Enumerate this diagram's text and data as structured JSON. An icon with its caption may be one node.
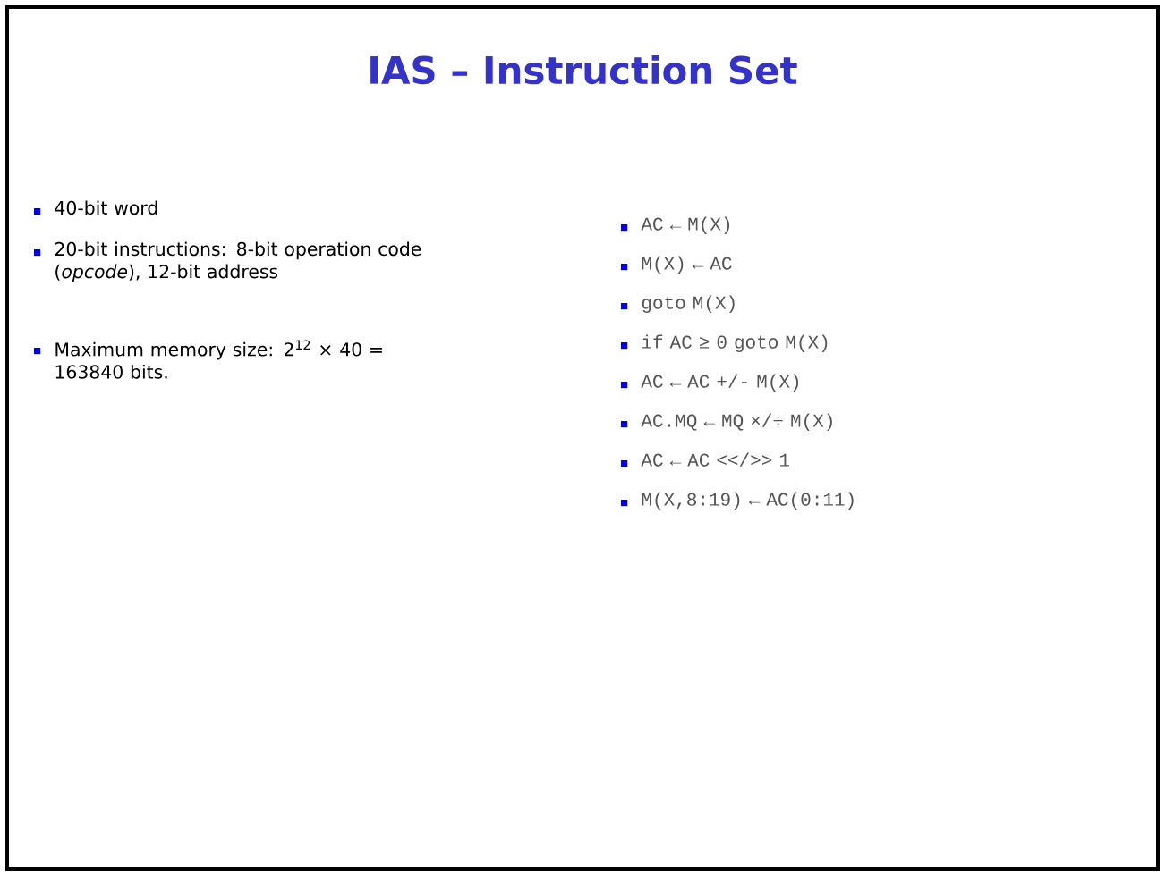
{
  "diagram": {
    "title": "IAS – Instruction Set",
    "labels": [
      "40-bit word",
      "20-bit instructions: 8-bit operation code (*opcode*), 12-bit address",
      "Maximum memory size: 2$^{12}$ × 40 = 163840 bits.",
      "AC ← M(X)",
      "M(X) ← AC",
      "goto M(X)",
      "if AC ≥ 0 goto M(X)",
      "AC ← AC +/- M(X)",
      "AC.MQ ← MQ ×/÷ M(X)",
      "AC ← AC <</>> 1",
      "M(X,8:19) ← AC(0:11)"
    ]
  }
}
